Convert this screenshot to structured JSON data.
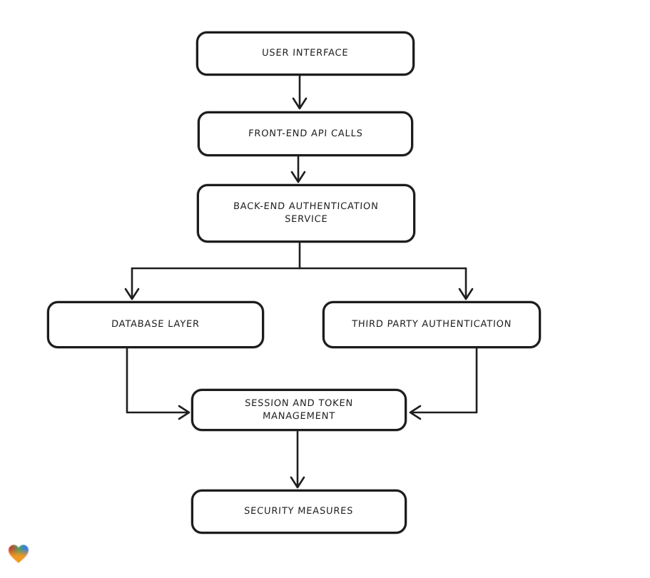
{
  "diagram": {
    "title": "authentication-flowchart",
    "stroke_color": "#1e1e1e",
    "node_fill": "#ffffff",
    "text_color": "#1f1f1f",
    "nodes": [
      {
        "id": "user-interface",
        "lines": [
          "USER INTERFACE"
        ]
      },
      {
        "id": "front-end-api-calls",
        "lines": [
          "FRONT-END API CALLS"
        ]
      },
      {
        "id": "back-end-authentication-service",
        "lines": [
          "BACK-END AUTHENTICATION",
          "SERVICE"
        ]
      },
      {
        "id": "database-layer",
        "lines": [
          "DATABASE LAYER"
        ]
      },
      {
        "id": "third-party-authentication",
        "lines": [
          "THIRD PARTY AUTHENTICATION"
        ]
      },
      {
        "id": "session-and-token-management",
        "lines": [
          "SESSION AND TOKEN",
          "MANAGEMENT"
        ]
      },
      {
        "id": "security-measures",
        "lines": [
          "SECURITY MEASURES"
        ]
      }
    ],
    "edges": [
      {
        "from": "user-interface",
        "to": "front-end-api-calls"
      },
      {
        "from": "front-end-api-calls",
        "to": "back-end-authentication-service"
      },
      {
        "from": "back-end-authentication-service",
        "to": "database-layer"
      },
      {
        "from": "back-end-authentication-service",
        "to": "third-party-authentication"
      },
      {
        "from": "database-layer",
        "to": "session-and-token-management"
      },
      {
        "from": "third-party-authentication",
        "to": "session-and-token-management"
      },
      {
        "from": "session-and-token-management",
        "to": "security-measures"
      }
    ]
  },
  "branding": {
    "logo": "heart-logo",
    "heart_colors": {
      "red": "#e02f26",
      "green": "#4da05f",
      "blue": "#3a7de2",
      "orange": "#f5991f"
    }
  }
}
